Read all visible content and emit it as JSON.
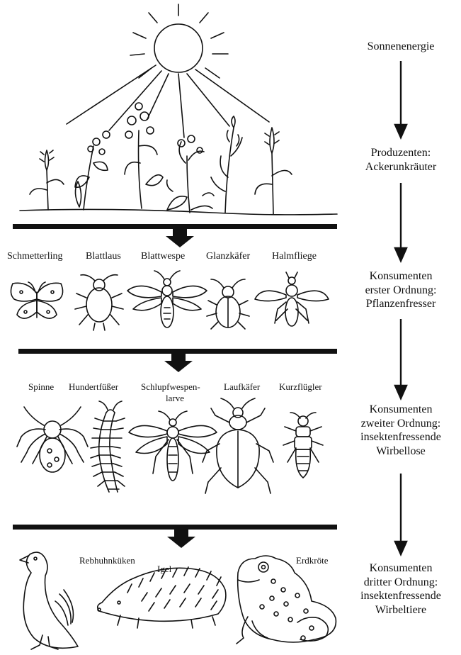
{
  "levels": [
    {
      "label": "Sonnenenergie"
    },
    {
      "label": "Produzenten:\nAckerunkräuter"
    },
    {
      "label": "Konsumenten\nerster Ordnung:\nPflanzenfresser"
    },
    {
      "label": "Konsumenten\nzweiter Ordnung:\ninsektenfressende\nWirbellose"
    },
    {
      "label": "Konsumenten\ndritter Ordnung:\ninsektenfressende\nWirbeltiere"
    }
  ],
  "herbivores": [
    "Schmetterling",
    "Blattlaus",
    "Blattwespe",
    "Glanzkäfer",
    "Halmfliege"
  ],
  "invertebrate_predators": [
    "Spinne",
    "Hundertfüßer",
    "Schlupfwespen-",
    "larve",
    "Laufkäfer",
    "Kurzflügler"
  ],
  "vertebrate_predators": [
    "Rebhuhnküken",
    "Igel",
    "Erdkröte"
  ]
}
